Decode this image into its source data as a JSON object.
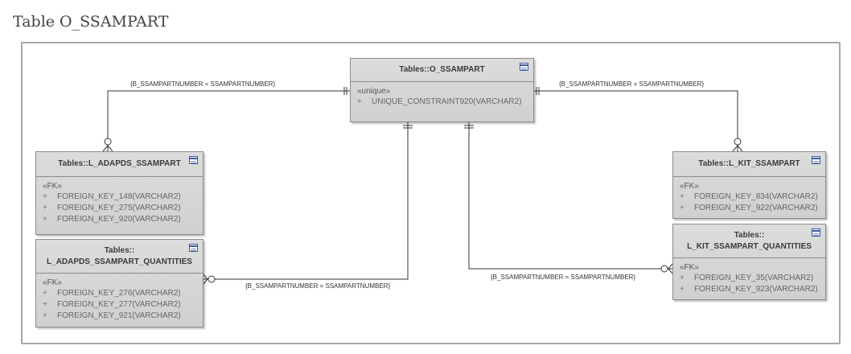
{
  "title": "Table O_SSAMPART",
  "entities": {
    "o_ssampart": {
      "name": "Tables::O_SSAMPART",
      "stereotype": "«unique»",
      "attributes": [
        {
          "vis": "+",
          "text": "UNIQUE_CONSTRAINT920(VARCHAR2)"
        }
      ]
    },
    "l_adapds_ssampart": {
      "name": "Tables::L_ADAPDS_SSAMPART",
      "stereotype": "«FK»",
      "attributes": [
        {
          "vis": "+",
          "text": "FOREIGN_KEY_148(VARCHAR2)"
        },
        {
          "vis": "+",
          "text": "FOREIGN_KEY_275(VARCHAR2)"
        },
        {
          "vis": "+",
          "text": "FOREIGN_KEY_920(VARCHAR2)"
        }
      ]
    },
    "l_adapds_ssampart_quantities": {
      "name_line1": "Tables::",
      "name_line2": "L_ADAPDS_SSAMPART_QUANTITIES",
      "stereotype": "«FK»",
      "attributes": [
        {
          "vis": "+",
          "text": "FOREIGN_KEY_276(VARCHAR2)"
        },
        {
          "vis": "+",
          "text": "FOREIGN_KEY_277(VARCHAR2)"
        },
        {
          "vis": "+",
          "text": "FOREIGN_KEY_921(VARCHAR2)"
        }
      ]
    },
    "l_kit_ssampart": {
      "name": "Tables::L_KIT_SSAMPART",
      "stereotype": "«FK»",
      "attributes": [
        {
          "vis": "+",
          "text": "FOREIGN_KEY_834(VARCHAR2)"
        },
        {
          "vis": "+",
          "text": "FOREIGN_KEY_922(VARCHAR2)"
        }
      ]
    },
    "l_kit_ssampart_quantities": {
      "name_line1": "Tables::",
      "name_line2": "L_KIT_SSAMPART_QUANTITIES",
      "stereotype": "«FK»",
      "attributes": [
        {
          "vis": "+",
          "text": "FOREIGN_KEY_35(VARCHAR2)"
        },
        {
          "vis": "+",
          "text": "FOREIGN_KEY_923(VARCHAR2)"
        }
      ]
    }
  },
  "connectors": {
    "to_l_adapds_ssampart": "{B_SSAMPARTNUMBER = SSAMPARTNUMBER}",
    "to_l_kit_ssampart": "{B_SSAMPARTNUMBER = SSAMPARTNUMBER}",
    "to_l_adapds_ssampart_quantities": "{B_SSAMPARTNUMBER = SSAMPARTNUMBER}",
    "to_l_kit_ssampart_quantities": "{B_SSAMPARTNUMBER = SSAMPARTNUMBER}"
  },
  "icons": {
    "entity_header": "table-icon",
    "one_end": "double-bar-mandatory-one",
    "many_end": "crowfoot-zero-or-many"
  }
}
